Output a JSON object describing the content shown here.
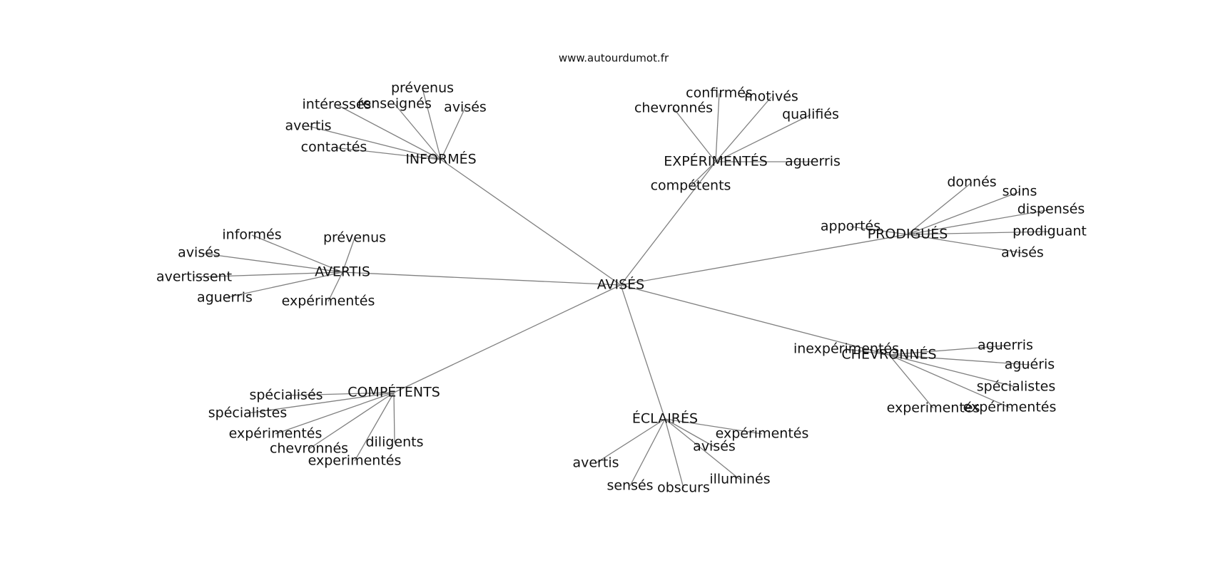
{
  "source": "www.autourdumot.fr",
  "center": "AVISÉS",
  "hubs": [
    {
      "label": "INFORMÉS",
      "leaves": [
        "prévenus",
        "intéressés",
        "renseignés",
        "avisés",
        "avertis",
        "contactés"
      ]
    },
    {
      "label": "EXPÉRIMENTÉS",
      "leaves": [
        "confirmés",
        "motivés",
        "chevronnés",
        "qualifiés",
        "aguerris",
        "compétents"
      ]
    },
    {
      "label": "PRODIGUÉS",
      "leaves": [
        "donnés",
        "soins",
        "dispensés",
        "apportés",
        "prodiguant",
        "avisés"
      ]
    },
    {
      "label": "AVERTIS",
      "leaves": [
        "informés",
        "prévenus",
        "avisés",
        "avertissent",
        "aguerris",
        "expérimentés"
      ]
    },
    {
      "label": "CHEVRONNÉS",
      "leaves": [
        "aguerris",
        "inexpérimentés",
        "aguéris",
        "spécialistes",
        "experimentés",
        "expérimentés"
      ]
    },
    {
      "label": "COMPÉTENTS",
      "leaves": [
        "spécialisés",
        "spécialistes",
        "expérimentés",
        "chevronnés",
        "diligents",
        "experimentés"
      ]
    },
    {
      "label": "ÉCLAIRÉS",
      "leaves": [
        "expérimentés",
        "avisés",
        "avertis",
        "illuminés",
        "sensés",
        "obscurs"
      ]
    }
  ]
}
